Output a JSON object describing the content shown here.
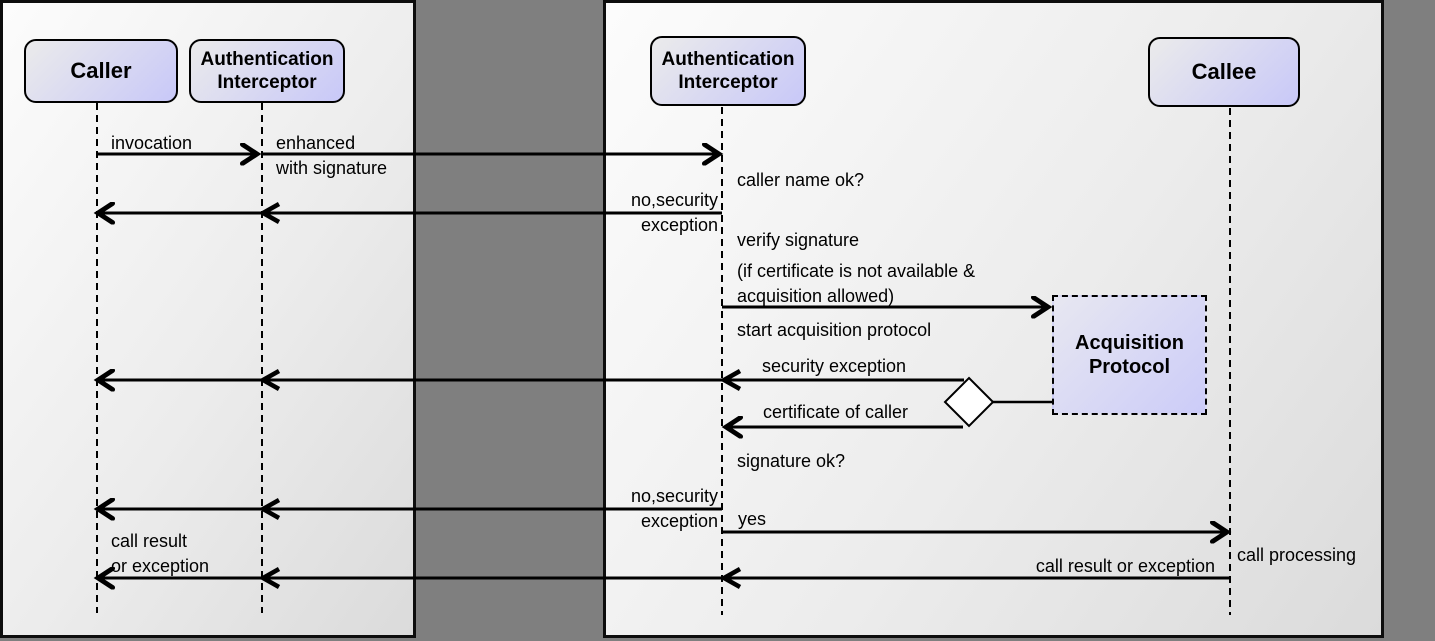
{
  "colors": {
    "canvas_bg": "#7f7f7f",
    "panel_border": "#0d0d0d",
    "panel_bg_light": "#fcfcfc",
    "panel_bg_mid": "#ececec",
    "panel_bg_dark": "#dbdbdb",
    "node_bg_light": "#ebebeb",
    "node_bg_accent": "#c8c8f8",
    "acq_bg_light": "#e7e7f1",
    "acq_bg_accent": "#ccccf8",
    "line_color": "#000000",
    "text_color": "#000000",
    "diamond_fill": "#ffffff"
  },
  "actors": {
    "caller": "Caller",
    "auth_interceptor_left": "Authentication Interceptor",
    "auth_interceptor_right": "Authentication Interceptor",
    "callee": "Callee",
    "acquisition_protocol": "Acquisition Protocol"
  },
  "labels": {
    "invocation": "invocation",
    "enhanced_with_signature": "enhanced\nwith signature",
    "no_security_exception_1": "no,security\nexception",
    "caller_name_ok": "caller name ok?",
    "verify_signature": "verify signature",
    "if_certificate": "(if certificate is not available &\nacquisition allowed)",
    "start_acquisition_protocol": "start acquisition protocol",
    "security_exception": "security exception",
    "certificate_of_caller": "certificate of caller",
    "signature_ok": "signature ok?",
    "no_security_exception_2": "no,security\nexception",
    "yes": "yes",
    "call_processing": "call processing",
    "call_result_or_exception": "call result or exception",
    "call_result_or_exception_left": "call result\nor exception"
  }
}
